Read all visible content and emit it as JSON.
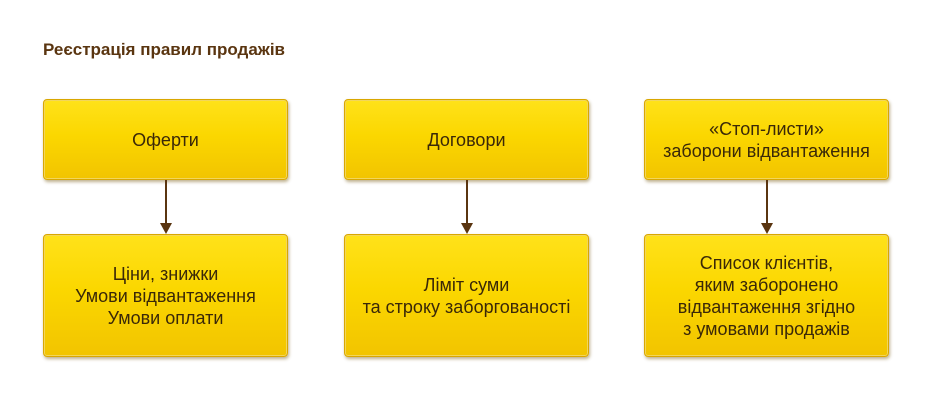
{
  "title": "Реєстрація правил продажів",
  "columns": [
    {
      "top": "Оферти",
      "bottom": "Ціни, знижки\nУмови відвантаження\nУмови оплати"
    },
    {
      "top": "Договори",
      "bottom": "Ліміт суми\nта строку заборгованості"
    },
    {
      "top": "«Стоп-листи»\nзаборони відвантаження",
      "bottom": "Список клієнтів,\nяким заборонено\nвідвантаження згідно\nз умовами продажів"
    }
  ],
  "colors": {
    "box_fill": "#fbd700",
    "box_border": "#d9a700",
    "arrow": "#5a3510",
    "title": "#5a3510"
  }
}
